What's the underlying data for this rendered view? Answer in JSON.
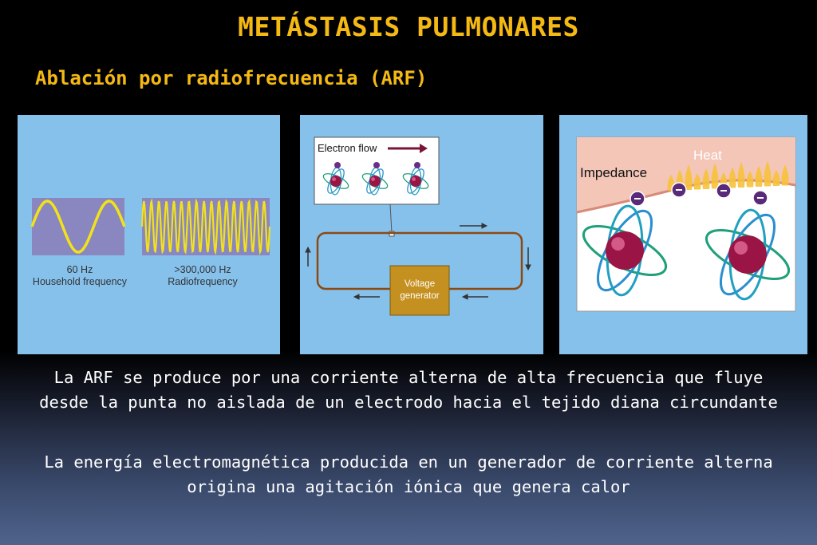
{
  "slide": {
    "title": "METÁSTASIS PULMONARES",
    "subtitle": "Ablación por radiofrecuencia (ARF)",
    "paragraphs": [
      "La ARF se produce por una corriente alterna de alta frecuencia que fluye desde la punta no aislada de un electrodo hacia el tejido diana circundante",
      "La energía electromagnética producida en un generador de corriente alterna origina una agitación iónica que genera calor"
    ]
  },
  "figure_frequency": {
    "low_freq_label": "60 Hz",
    "low_freq_caption": "Household frequency",
    "high_freq_label": ">300,000 Hz",
    "high_freq_caption": "Radiofrequency"
  },
  "figure_circuit": {
    "electron_flow_label": "Electron flow",
    "generator_label_line1": "Voltage",
    "generator_label_line2": "generator"
  },
  "figure_heat": {
    "impedance_label": "Impedance",
    "heat_label": "Heat"
  },
  "colors": {
    "accent": "#f5b914",
    "panel_bg": "#86c1ec",
    "wave": "#f2e21a",
    "generator": "#c4901f"
  }
}
